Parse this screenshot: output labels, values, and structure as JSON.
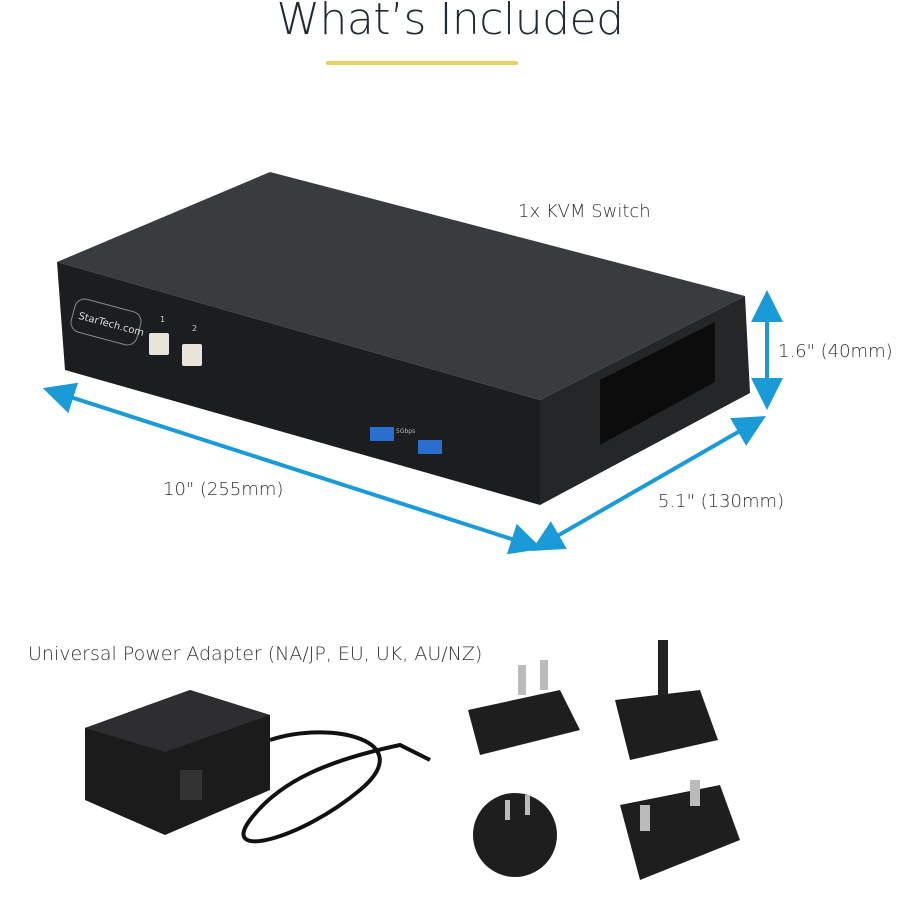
{
  "header": {
    "title": "What’s Included"
  },
  "items": {
    "kvm_label": "1x KVM Switch",
    "adapter_label": "Universal Power Adapter (NA/JP, EU, UK, AU/NZ)"
  },
  "dimensions": {
    "height": "1.6\" (40mm)",
    "width": "10\" (255mm)",
    "depth": "5.1\" (130mm)"
  },
  "device": {
    "brand": "StarTech.com",
    "button_1": "1",
    "button_2": "2",
    "usb_label": "5Gbps"
  },
  "colors": {
    "accent": "#e8d060",
    "arrow": "#1a9ad6",
    "title": "#1f2a36"
  }
}
